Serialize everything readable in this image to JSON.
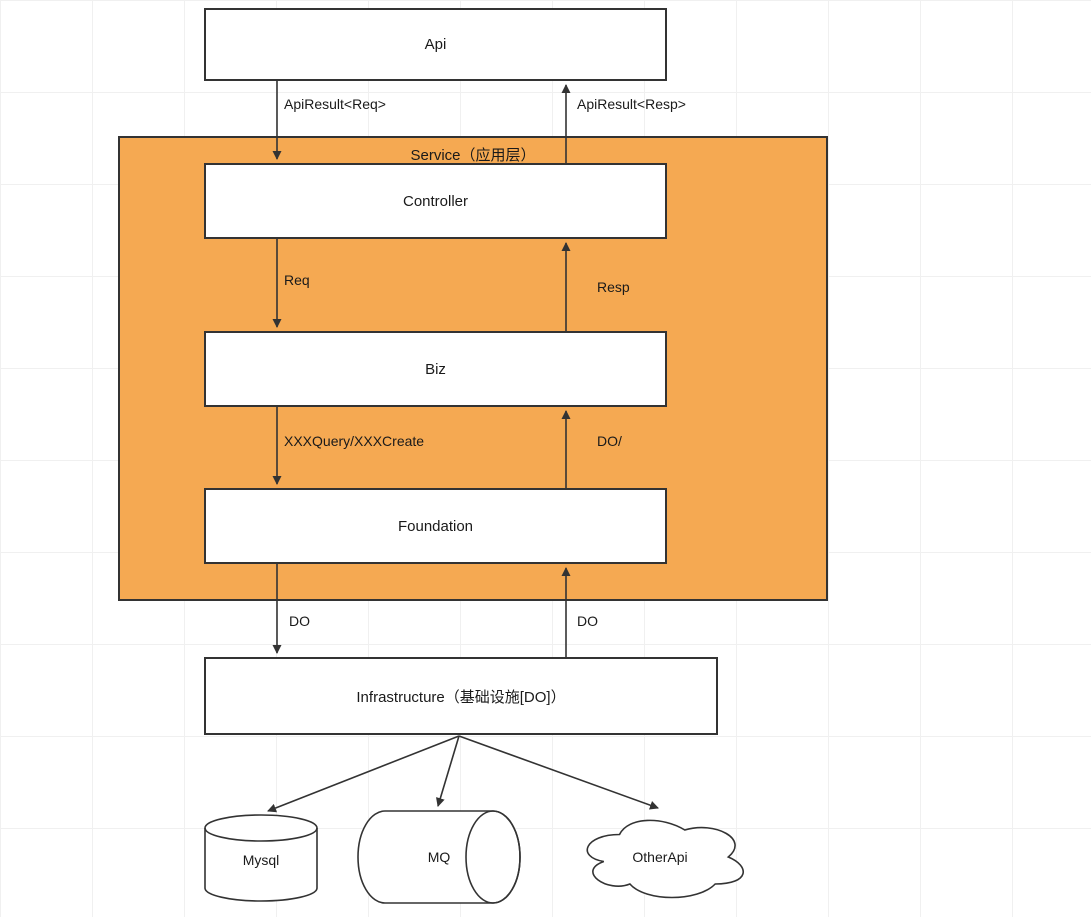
{
  "diagram": {
    "colors": {
      "service_fill": "#F5A952",
      "stroke": "#333333",
      "shape_fill": "#ffffff",
      "canvas_bg": "#ffffff",
      "grid_line": "#f0f0f0"
    },
    "nodes": {
      "api": {
        "label": "Api"
      },
      "service": {
        "label": "Service（应用层）"
      },
      "controller": {
        "label": "Controller"
      },
      "biz": {
        "label": "Biz"
      },
      "foundation": {
        "label": "Foundation"
      },
      "infrastructure": {
        "label": "Infrastructure（基础设施[DO]）"
      },
      "mysql": {
        "label": "Mysql"
      },
      "mq": {
        "label": "MQ"
      },
      "otherapi": {
        "label": "OtherApi"
      }
    },
    "edges": {
      "api_to_controller": {
        "label": "ApiResult<Req>"
      },
      "controller_to_api": {
        "label": "ApiResult<Resp>"
      },
      "controller_to_biz": {
        "label": "Req"
      },
      "biz_to_controller": {
        "label": "Resp"
      },
      "biz_to_foundation": {
        "label": "XXXQuery/XXXCreate"
      },
      "foundation_to_biz": {
        "label": "DO/"
      },
      "foundation_to_infra": {
        "label": "DO"
      },
      "infra_to_foundation": {
        "label": "DO"
      }
    }
  }
}
